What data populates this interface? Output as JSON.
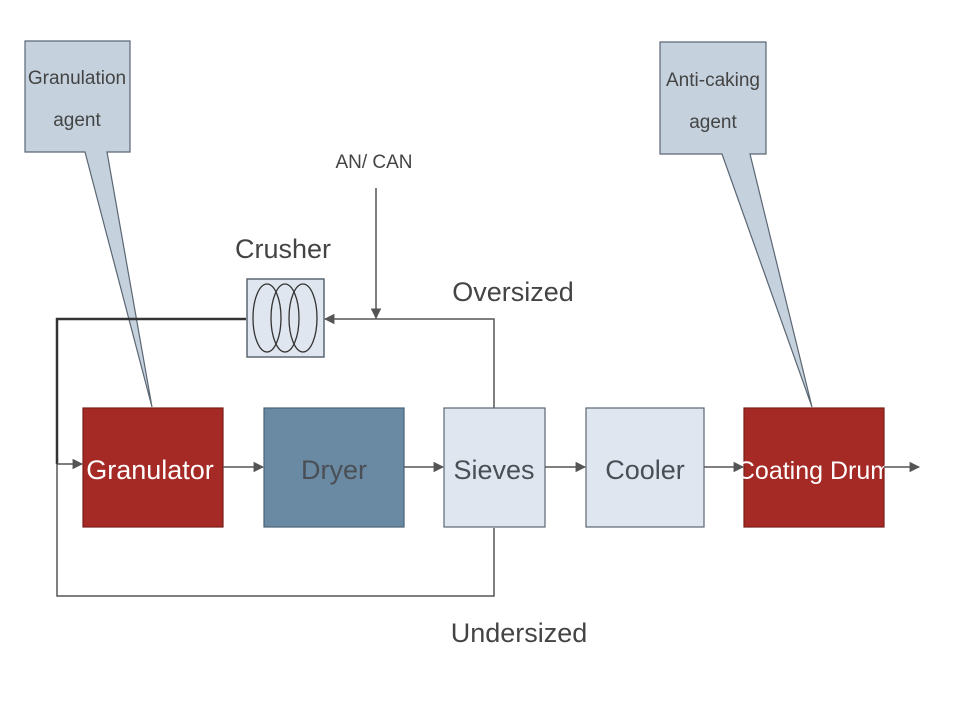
{
  "callouts": {
    "granulation_agent": {
      "line1": "Granulation",
      "line2": "agent"
    },
    "anti_caking_agent": {
      "line1": "Anti-caking",
      "line2": "agent"
    }
  },
  "labels": {
    "an_can": "AN/ CAN",
    "crusher": "Crusher",
    "oversized": "Oversized",
    "undersized": "Undersized"
  },
  "nodes": {
    "granulator": "Granulator",
    "dryer": "Dryer",
    "sieves": "Sieves",
    "cooler": "Cooler",
    "coating_drum": "Coating Drum"
  },
  "colors": {
    "dark_red": "#a52a25",
    "steel_blue": "#6a8aa3",
    "pale_blue": "#dfe6ef",
    "callout_blue": "#c5d2de",
    "outline": "#5b6673",
    "line": "#555555"
  }
}
